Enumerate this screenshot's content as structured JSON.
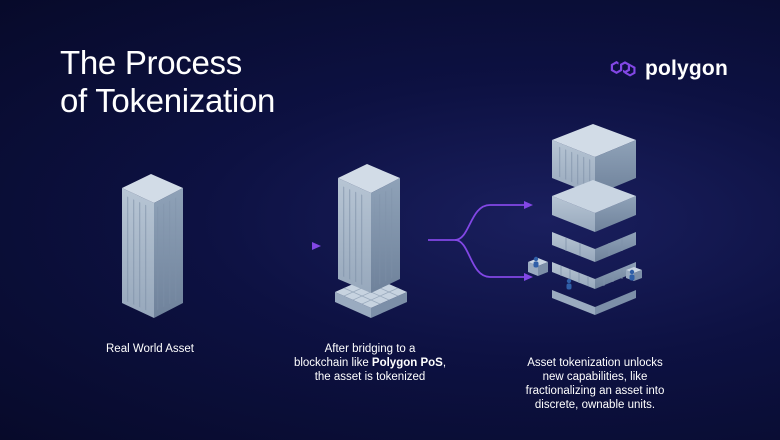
{
  "title": "The Process\nof Tokenization",
  "brand": {
    "name": "polygon",
    "accent": "#8247e5"
  },
  "captions": {
    "step1": "Real World Asset",
    "step2_before": "After bridging to a\nblockchain like ",
    "step2_bold": "Polygon PoS",
    "step2_after": ",\nthe asset is tokenized",
    "step3": "Asset tokenization unlocks\nnew capabilities, like\nfractionalizing an asset into\ndiscrete, ownable units."
  },
  "colors": {
    "building_front": "#a9b8c9",
    "building_side": "#8295ad",
    "building_top": "#cdd8e4",
    "arrow": "#8247e5"
  }
}
